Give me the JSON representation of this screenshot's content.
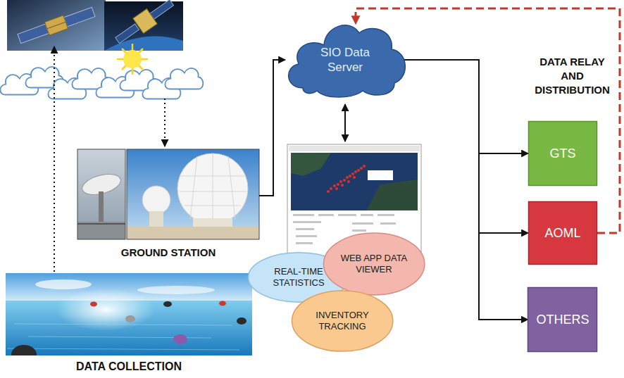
{
  "diagram": {
    "nodes": [
      {
        "text": [
          "SIO Data Server"
        ]
      },
      {
        "text": [
          "GROUND STATION"
        ]
      },
      {
        "text": [
          "REAL-TIME STATISTICS"
        ]
      },
      {
        "text": [
          "WEB APP DATA VIEWER"
        ]
      },
      {
        "text": [
          "INVENTORY TRACKING"
        ]
      },
      {
        "text": [
          "GTS"
        ]
      },
      {
        "text": [
          "AOML"
        ]
      },
      {
        "text": [
          "OTHERS"
        ]
      },
      {
        "text": [
          "DATA COLLECTION"
        ]
      }
    ],
    "edges": [
      {
        "from": 1,
        "to": 0,
        "arrow": "to"
      },
      {
        "from": 0,
        "to": 5,
        "arrow": "to"
      },
      {
        "from": 0,
        "to": 6,
        "arrow": "to"
      },
      {
        "from": 0,
        "to": 7,
        "arrow": "to"
      },
      {
        "from": 6,
        "to": 0,
        "arrow": "to"
      }
    ],
    "labels": [
      "DATA RELAY AND DISTRIBUTION"
    ]
  }
}
